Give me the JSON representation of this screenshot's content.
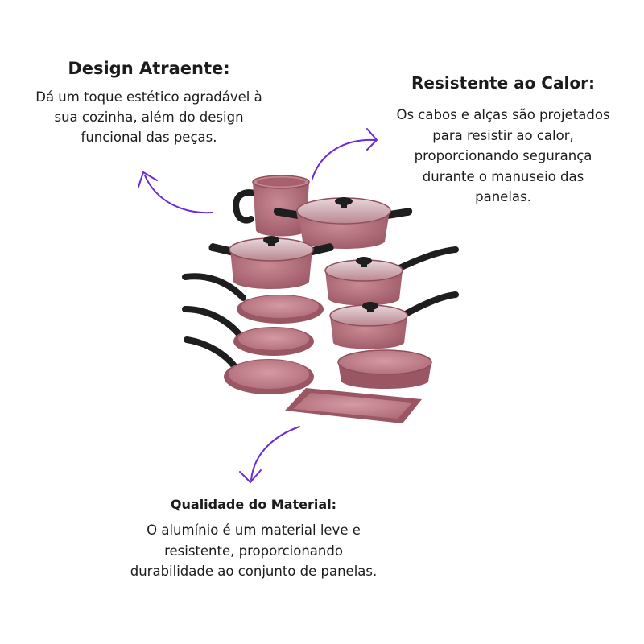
{
  "design": {
    "title": "Design Atraente:",
    "lines": [
      "Dá um toque estético agradável à",
      "sua cozinha, além do design",
      "funcional das peças."
    ]
  },
  "calor": {
    "title": "Resistente ao Calor:",
    "lines": [
      "Os cabos e alças são projetados",
      "para resistir ao calor,",
      "proporcionando segurança",
      "durante o manuseio das",
      "panelas."
    ]
  },
  "material": {
    "title": "Qualidade do Material:",
    "lines": [
      "O alumínio é um material leve e",
      "resistente, proporcionando",
      "durabilidade ao conjunto de panelas."
    ]
  },
  "colors": {
    "arrow": "#6a2bd9",
    "pan_body": "#b36b78",
    "pan_inner": "#c98891",
    "handle": "#1e1e1e"
  }
}
